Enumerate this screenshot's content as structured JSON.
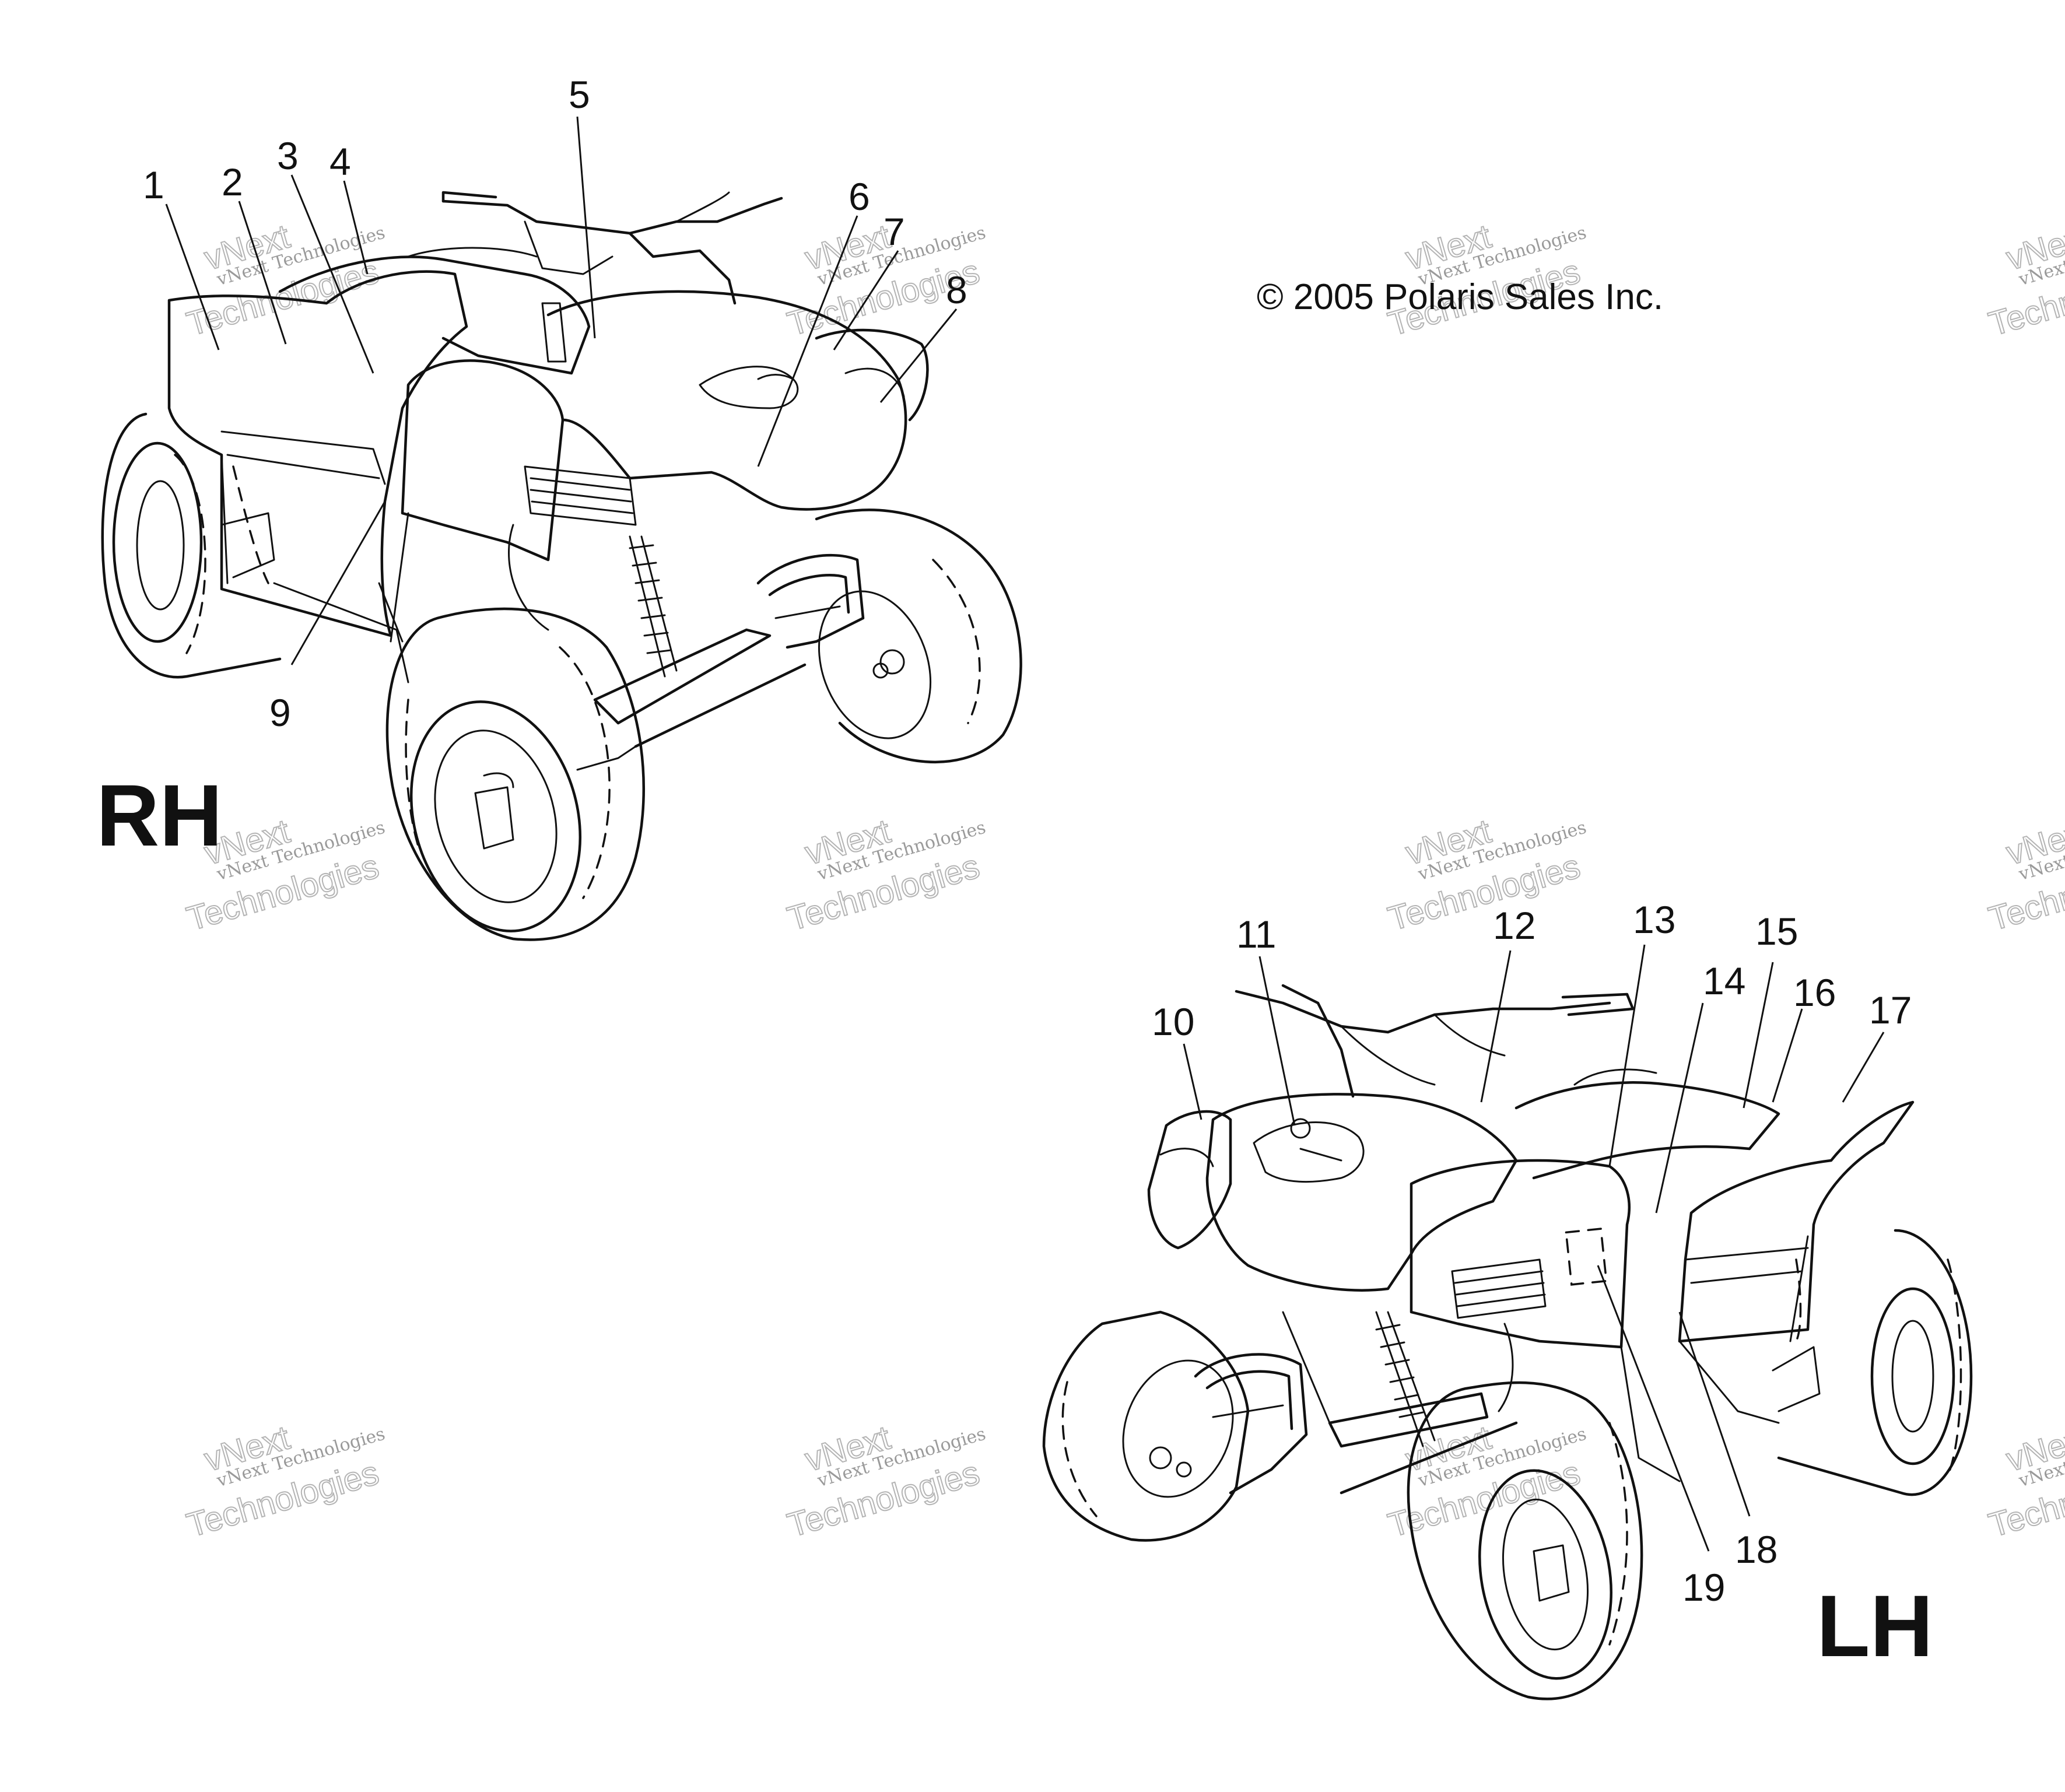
{
  "copyright": "© 2005 Polaris Sales Inc.",
  "views": {
    "right_label": "RH",
    "left_label": "LH"
  },
  "callouts": [
    "1",
    "2",
    "3",
    "4",
    "5",
    "6",
    "7",
    "8",
    "9",
    "10",
    "11",
    "12",
    "13",
    "14",
    "15",
    "16",
    "17",
    "18",
    "19"
  ],
  "watermark": {
    "line1": "vNext Technologies",
    "line2": "vNext",
    "line3": "Technologies"
  }
}
